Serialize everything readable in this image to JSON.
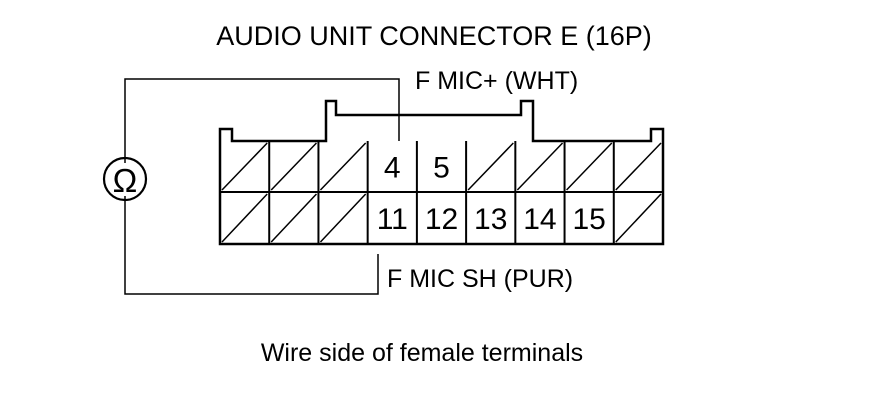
{
  "title": "AUDIO UNIT CONNECTOR E (16P)",
  "top_wire_label": "F MIC+ (WHT)",
  "bottom_wire_label": "F MIC SH (PUR)",
  "caption": "Wire side of female terminals",
  "meter_symbol": "Ω",
  "row1": [
    "",
    "",
    "",
    "4",
    "5",
    "",
    "",
    "",
    ""
  ],
  "row2": [
    "",
    "",
    "",
    "11",
    "12",
    "13",
    "14",
    "15",
    ""
  ]
}
